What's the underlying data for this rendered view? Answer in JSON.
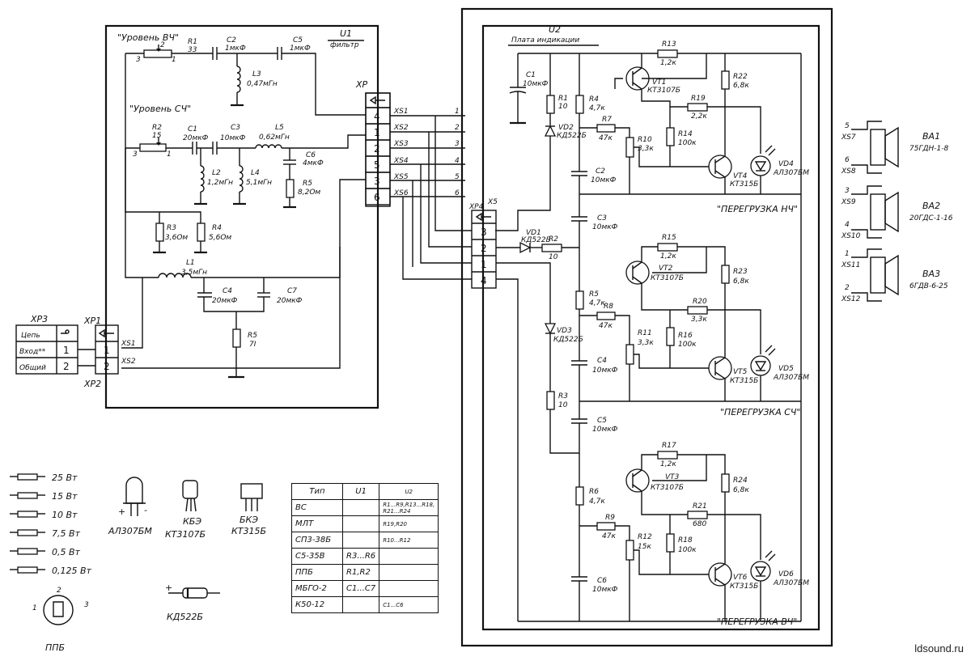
{
  "u1": {
    "ref": "U1",
    "name": "фильтр",
    "level_hf": "\"Уровень ВЧ\"",
    "level_mf": "\"Уровень СЧ\"",
    "r1": {
      "ref": "R1",
      "val": "33"
    },
    "r2": {
      "ref": "R2",
      "val": "15"
    },
    "c2": {
      "ref": "C2",
      "val": "1мкФ"
    },
    "c5": {
      "ref": "C5",
      "val": "1мкФ"
    },
    "l3": {
      "ref": "L3",
      "val": "0,47мГн"
    },
    "c1": {
      "ref": "C1",
      "val": "20мкФ"
    },
    "c3": {
      "ref": "C3",
      "val": "10мкФ"
    },
    "l5": {
      "ref": "L5",
      "val": "0,62мГн"
    },
    "c6": {
      "ref": "C6",
      "val": "4мкФ"
    },
    "l2": {
      "ref": "L2",
      "val": "1,2мГн"
    },
    "l4": {
      "ref": "L4",
      "val": "5,1мГн"
    },
    "r5b": {
      "ref": "R5",
      "val": "8,2Ом"
    },
    "r3": {
      "ref": "R3",
      "val": "3,6Ом"
    },
    "r4": {
      "ref": "R4",
      "val": "5,6Ом"
    },
    "l1": {
      "ref": "L1",
      "val": "3,5мГн"
    },
    "c4": {
      "ref": "C4",
      "val": "20мкФ"
    },
    "c7": {
      "ref": "C7",
      "val": "20мкФ"
    },
    "r5": {
      "ref": "R5",
      "val": "7I"
    },
    "pot_pins": [
      "3",
      "2",
      "1"
    ]
  },
  "xp": {
    "ref": "XP",
    "pins": [
      "4",
      "1",
      "2",
      "5",
      "3",
      "6"
    ],
    "xs": [
      "XS1",
      "XS2",
      "XS3",
      "XS4",
      "XS5",
      "XS6"
    ],
    "xs_nums": [
      "1",
      "2",
      "3",
      "4",
      "5",
      "6"
    ]
  },
  "xp3": {
    "ref": "XP3",
    "rows": [
      {
        "label": "Цепь",
        "pin": ""
      },
      {
        "label": "Вход**",
        "pin": "1"
      },
      {
        "label": "Общий",
        "pin": "2"
      }
    ],
    "xp1": "XP1",
    "xp2": "XP2",
    "xs1": "XS1",
    "xs2": "XS2",
    "pins": [
      "1",
      "2"
    ]
  },
  "u2": {
    "ref": "U2",
    "name": "Плата индикации",
    "c1": {
      "ref": "C1",
      "val": "10мкФ"
    },
    "r1": {
      "ref": "R1",
      "val": "10"
    },
    "vd2": {
      "ref": "VD2",
      "val": "КД522Б"
    },
    "r4": {
      "ref": "R4",
      "val": "4,7к"
    },
    "r7": {
      "ref": "R7",
      "val": "47к"
    },
    "r10": {
      "ref": "R10",
      "val": "3,3к"
    },
    "r13": {
      "ref": "R13",
      "val": "1,2к"
    },
    "vt1": {
      "ref": "VT1",
      "val": "КТ3107Б"
    },
    "r22": {
      "ref": "R22",
      "val": "6,8к"
    },
    "r19": {
      "ref": "R19",
      "val": "2,2к"
    },
    "r14": {
      "ref": "R14",
      "val": "100к"
    },
    "vt4": {
      "ref": "VT4",
      "val": "КТ315Б"
    },
    "vd4": {
      "ref": "VD4",
      "val": "АЛ307БМ"
    },
    "c2": {
      "ref": "C2",
      "val": "10мкФ"
    },
    "c3": {
      "ref": "C3",
      "val": "10мкФ"
    },
    "overload_lf": "\"ПЕРЕГРУЗКА НЧ\"",
    "xp4": "XP4",
    "x5": "X5",
    "vd1": {
      "ref": "VD1",
      "val": "КД522Б"
    },
    "r2": {
      "ref": "R2",
      "val": "10"
    },
    "r15": {
      "ref": "R15",
      "val": "1,2к"
    },
    "vt2": {
      "ref": "VT2",
      "val": "КТ3107Б"
    },
    "r23": {
      "ref": "R23",
      "val": "6,8к"
    },
    "r5": {
      "ref": "R5",
      "val": "4,7к"
    },
    "r20": {
      "ref": "R20",
      "val": "3,3к"
    },
    "r8": {
      "ref": "R8",
      "val": "47к"
    },
    "r11": {
      "ref": "R11",
      "val": "3,3к"
    },
    "r16": {
      "ref": "R16",
      "val": "100к"
    },
    "vd3": {
      "ref": "VD3",
      "val": "КД522Б"
    },
    "c4": {
      "ref": "C4",
      "val": "10мкФ"
    },
    "vt5": {
      "ref": "VT5",
      "val": "КТ315Б"
    },
    "vd5": {
      "ref": "VD5",
      "val": "АЛ307БМ"
    },
    "r3": {
      "ref": "R3",
      "val": "10"
    },
    "overload_mf": "\"ПЕРЕГРУЗКА СЧ\"",
    "c5": {
      "ref": "C5",
      "val": "10мкФ"
    },
    "r17": {
      "ref": "R17",
      "val": "1,2к"
    },
    "vt3": {
      "ref": "VT3",
      "val": "КТ3107Б"
    },
    "r24": {
      "ref": "R24",
      "val": "6,8к"
    },
    "r6": {
      "ref": "R6",
      "val": "4,7к"
    },
    "r21": {
      "ref": "R21",
      "val": "680"
    },
    "r9": {
      "ref": "R9",
      "val": "47к"
    },
    "r12": {
      "ref": "R12",
      "val": "15к"
    },
    "r18": {
      "ref": "R18",
      "val": "100к"
    },
    "vt6": {
      "ref": "VT6",
      "val": "КТ315Б"
    },
    "vd6": {
      "ref": "VD6",
      "val": "АЛ307БМ"
    },
    "c6": {
      "ref": "C6",
      "val": "10мкФ"
    },
    "overload_hf": "\"ПЕРЕГРУЗКА ВЧ\"",
    "x5_pins": [
      "3",
      "2",
      "1",
      "4"
    ]
  },
  "speakers": [
    {
      "ref": "BA1",
      "model": "75ГДН-1-8",
      "pins": [
        "5",
        "6"
      ],
      "xs": [
        "XS7",
        "XS8"
      ]
    },
    {
      "ref": "BA2",
      "model": "20ГДС-1-16",
      "pins": [
        "3",
        "4"
      ],
      "xs": [
        "XS9",
        "XS10"
      ]
    },
    {
      "ref": "BA3",
      "model": "6ГДВ-6-25",
      "pins": [
        "1",
        "2"
      ],
      "xs": [
        "XS11",
        "XS12"
      ]
    }
  ],
  "power_legend": [
    "25 Вт",
    "15 Вт",
    "10 Вт",
    "7,5 Вт",
    "0,5 Вт",
    "0,125 Вт"
  ],
  "parts_legend": {
    "led": "АЛ307БМ",
    "kt3107_pins": "КБЭ",
    "kt3107": "КТ3107Б",
    "kt315_pins": "БКЭ",
    "kt315": "КТ315Б",
    "diode": "КД522Б",
    "pot": "ППБ",
    "pot_pins": [
      "2",
      "1",
      "3"
    ],
    "led_pins": [
      "+",
      "-"
    ],
    "diode_plus": "+"
  },
  "table": {
    "headers": [
      "Тип",
      "U1",
      "U2"
    ],
    "rows": [
      [
        "ВС",
        "",
        "R1...R9,R13...R18, R21...R24"
      ],
      [
        "МЛТ",
        "",
        "R19,R20"
      ],
      [
        "СП3-38Б",
        "",
        "R10...R12"
      ],
      [
        "С5-35В",
        "R3...R6",
        ""
      ],
      [
        "ППБ",
        "R1,R2",
        ""
      ],
      [
        "МБГО-2",
        "С1...С7",
        ""
      ],
      [
        "К50-12",
        "",
        "С1...С6"
      ]
    ]
  },
  "watermark": "ldsound.ru"
}
